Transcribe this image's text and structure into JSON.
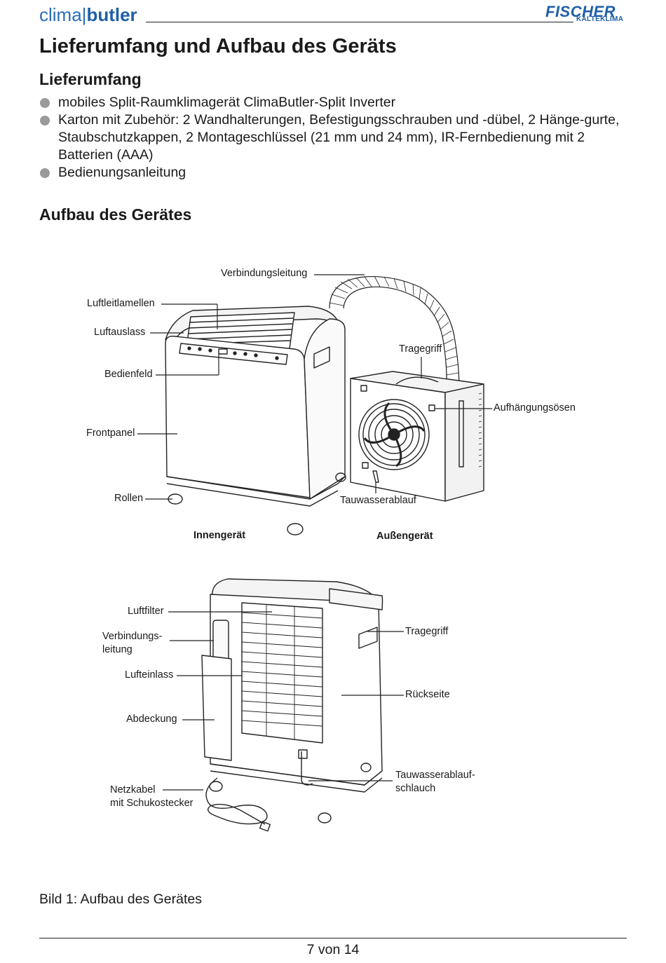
{
  "header": {
    "logo_clima": "clima",
    "logo_sep": "|",
    "logo_butler": "butler",
    "brand_fischer": "FISCHER",
    "brand_kalteklima": "KÄLTEKLIMA"
  },
  "title": "Lieferumfang und Aufbau des Geräts",
  "section1": {
    "heading": "Lieferumfang",
    "items": [
      "mobiles Split-Raumklimagerät ClimaButler-Split Inverter",
      "Karton mit Zubehör: 2 Wandhalterungen, Befestigungsschrauben und -dübel, 2 Hänge-gurte, Staubschutzkappen, 2 Montageschlüssel (21 mm und 24 mm), IR-Fernbedienung mit 2 Batterien (AAA)",
      "Bedienungsanleitung"
    ]
  },
  "section2": {
    "heading": "Aufbau des Gerätes"
  },
  "figure_top": {
    "verbindungsleitung": "Verbindungsleitung",
    "luftleitlamellen": "Luftleitlamellen",
    "luftauslass": "Luftauslass",
    "tragegriff": "Tragegriff",
    "bedienfeld": "Bedienfeld",
    "aufhaengungsoesen": "Aufhängungsösen",
    "frontpanel": "Frontpanel",
    "rollen": "Rollen",
    "tauwasserablauf": "Tauwasserablauf",
    "innengeraet": "Innengerät",
    "aussengeraet": "Außengerät"
  },
  "figure_bottom": {
    "luftfilter": "Luftfilter",
    "verbindungsleitung_1": "Verbindungs-",
    "verbindungsleitung_2": "leitung",
    "tragegriff": "Tragegriff",
    "lufteinlass": "Lufteinlass",
    "rueckseite": "Rückseite",
    "abdeckung": "Abdeckung",
    "tauwasserablaufschlauch_1": "Tauwasserablauf-",
    "tauwasserablaufschlauch_2": "schlauch",
    "netzkabel_1": "Netzkabel",
    "netzkabel_2": "mit Schukostecker"
  },
  "caption": "Bild 1: Aufbau des Gerätes",
  "footer": {
    "page": "7 von 14"
  }
}
